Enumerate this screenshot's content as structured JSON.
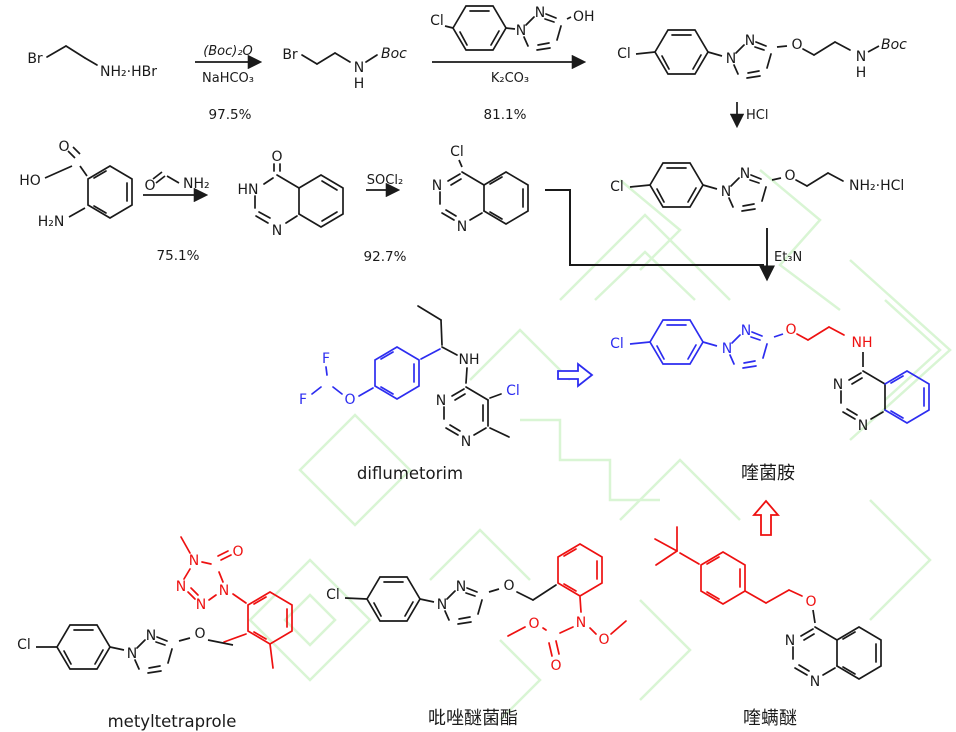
{
  "colors": {
    "bond": "#1a1a1a",
    "blue": "#2d2df0",
    "red": "#ee1111",
    "watermark": "#d9f5d4"
  },
  "conditions": {
    "step1_top": "(Boc)₂O",
    "step1_bottom": "NaHCO₃",
    "step1_yield": "97.5%",
    "step2_bottom": "K₂CO₃",
    "step2_yield": "81.1%",
    "step3": "HCl",
    "step4_o": "O",
    "step4_nh2": "NH₂",
    "step4_yield": "75.1%",
    "step5": "SOCl₂",
    "step5_yield": "92.7%",
    "step6": "Et₃N"
  },
  "compounds": {
    "bromoethylamine_hbr": {
      "br": "Br",
      "amine": "NH₂·HBr"
    },
    "boc_bromoethylamine": {
      "br": "Br",
      "n": "N",
      "h": "H",
      "boc": "Boc"
    },
    "chlorophenyl_pyrazolol": {
      "cl": "Cl",
      "n1": "N",
      "n2": "N",
      "oh": "OH"
    },
    "boc_intermediate": {
      "cl": "Cl",
      "n1": "N",
      "n2": "N",
      "o": "O",
      "n": "N",
      "h": "H",
      "boc": "Boc"
    },
    "anthranilic_acid": {
      "o": "O",
      "ho": "HO",
      "h2n": "H₂N"
    },
    "quinazolinone": {
      "o": "O",
      "hn": "HN",
      "n1": "N"
    },
    "chloroquinazoline": {
      "cl": "Cl",
      "n3": "N",
      "n1": "N"
    },
    "amine_hydrochloride": {
      "cl": "Cl",
      "n1": "N",
      "n2": "N",
      "o": "O",
      "amine": "NH₂·HCl"
    },
    "diflumetorim": {
      "name": "diflumetorim",
      "f1": "F",
      "f2": "F",
      "o": "O",
      "nh": "NH",
      "n3": "N",
      "n1": "N",
      "cl": "Cl"
    },
    "target": {
      "name": "喹菌胺",
      "cl": "Cl",
      "n1": "N",
      "n2": "N",
      "o": "O",
      "nh": "NH",
      "qn3": "N",
      "qn1": "N"
    },
    "metyltetraprole": {
      "name": "metyltetraprole",
      "tn_me": "N",
      "tn_left": "N",
      "tn_bottom": "N",
      "tn_right": "N",
      "to": "O",
      "cl": "Cl",
      "n1": "N",
      "n2": "N",
      "o": "O"
    },
    "pyraclostrobin": {
      "name": "吡唑醚菌酯",
      "cl": "Cl",
      "n1": "N",
      "n2": "N",
      "o": "O",
      "n": "N",
      "o_ester": "O",
      "o_carbonyl": "O",
      "o_nome": "O"
    },
    "fenazaquin": {
      "name": "喹螨醚",
      "o": "O",
      "n3": "N",
      "n1": "N"
    }
  }
}
